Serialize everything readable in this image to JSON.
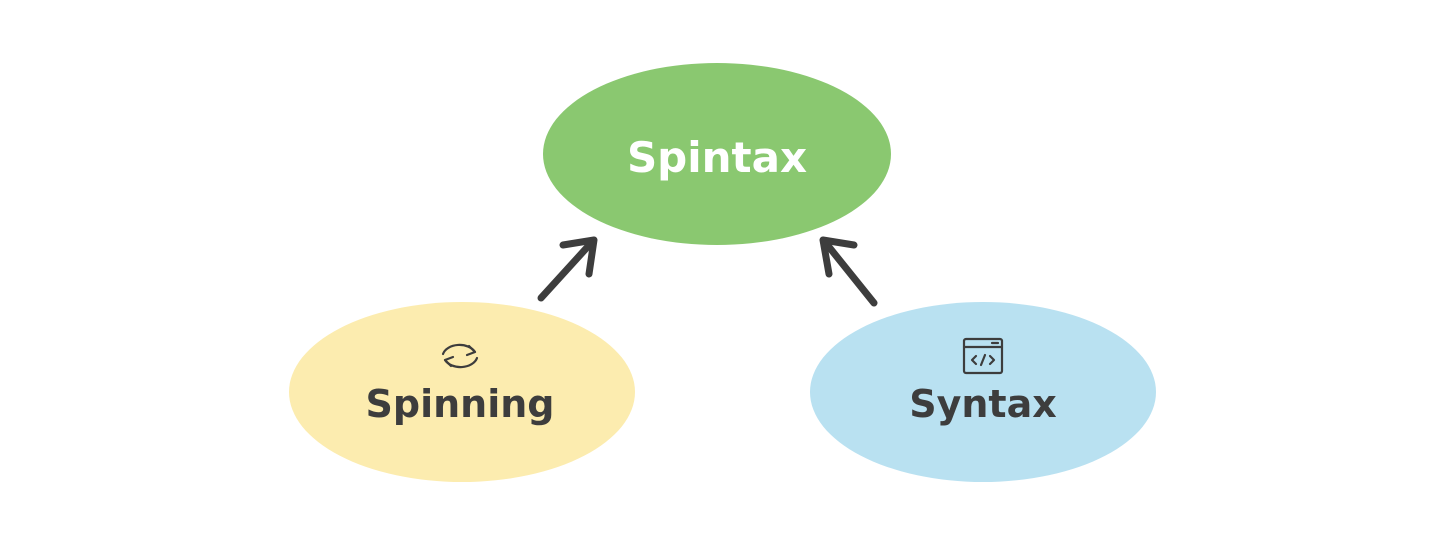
{
  "diagram": {
    "nodes": {
      "top": {
        "label": "Spintax",
        "fill": "#8ac870",
        "text_color": "#ffffff"
      },
      "left": {
        "label": "Spinning",
        "fill": "#fcecaf",
        "text_color": "#3d3d3d",
        "icon": "refresh-cycle-icon"
      },
      "right": {
        "label": "Syntax",
        "fill": "#b9e1f1",
        "text_color": "#3d3d3d",
        "icon": "code-window-icon"
      }
    },
    "edges": [
      {
        "from": "Spinning",
        "to": "Spintax"
      },
      {
        "from": "Syntax",
        "to": "Spintax"
      }
    ],
    "arrow_color": "#3d3d3d"
  }
}
